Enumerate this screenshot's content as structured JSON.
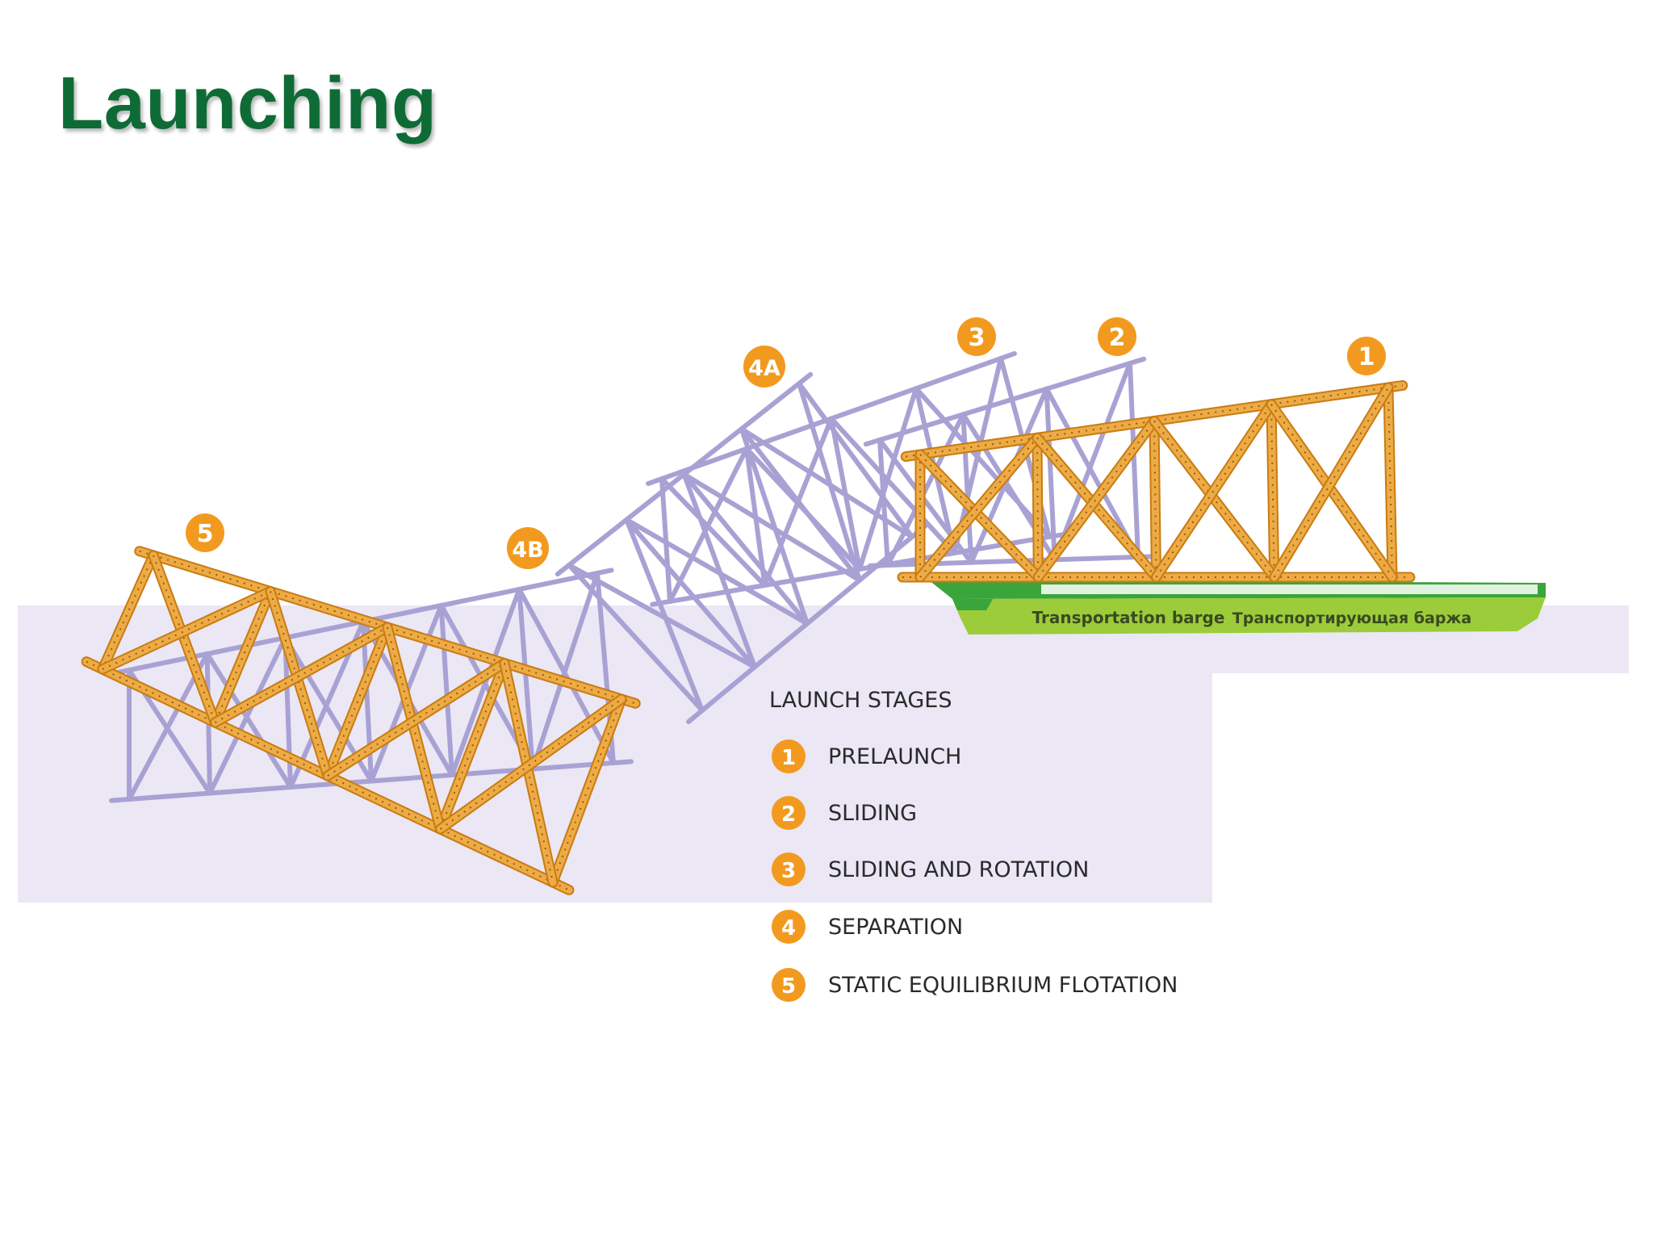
{
  "slide": {
    "title": "Launching"
  },
  "colors": {
    "title": "#0e6b36",
    "water": "#ebe7f4",
    "truss_orange": "#e79a2a",
    "truss_orange_dark": "#c97b12",
    "ghost_truss": "#a8a2d4",
    "badge": "#f29a1f",
    "barge_dark": "#3aa53a",
    "barge_light": "#9ccc3a"
  },
  "barge": {
    "label_en": "Transportation barge",
    "label_ru": "Транспортирующая баржа"
  },
  "stage_markers": [
    {
      "id": "1",
      "label": "1"
    },
    {
      "id": "2",
      "label": "2"
    },
    {
      "id": "3",
      "label": "3"
    },
    {
      "id": "4A",
      "label": "4A"
    },
    {
      "id": "4B",
      "label": "4B"
    },
    {
      "id": "5",
      "label": "5"
    }
  ],
  "legend": {
    "heading": "LAUNCH STAGES",
    "items": [
      {
        "num": "1",
        "label": "PRELAUNCH"
      },
      {
        "num": "2",
        "label": "SLIDING"
      },
      {
        "num": "3",
        "label": "SLIDING AND ROTATION"
      },
      {
        "num": "4",
        "label": "SEPARATION"
      },
      {
        "num": "5",
        "label": "STATIC EQUILIBRIUM FLOTATION"
      }
    ]
  }
}
